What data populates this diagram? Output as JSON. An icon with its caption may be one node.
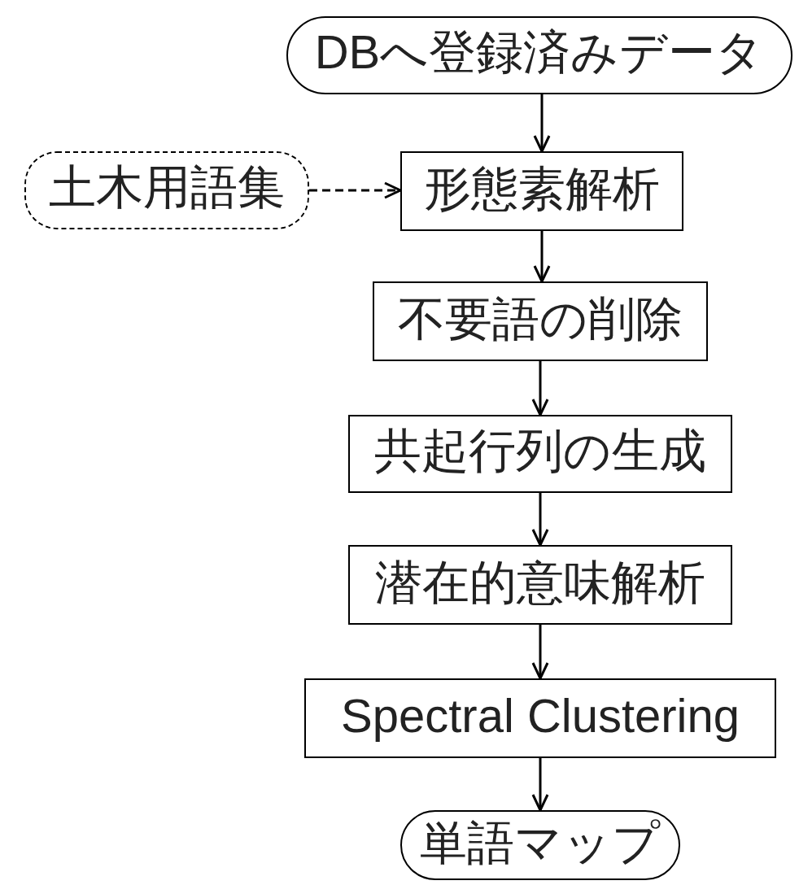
{
  "diagram": {
    "nodes": [
      {
        "text": [
          "DBへ登録済みデータ"
        ]
      },
      {
        "text": [
          "土木用語集"
        ]
      },
      {
        "text": [
          "形態素解析"
        ]
      },
      {
        "text": [
          "不要語の削除"
        ]
      },
      {
        "text": [
          "共起行列の生成"
        ]
      },
      {
        "text": [
          "潜在的意味解析"
        ]
      },
      {
        "text": [
          "Spectral Clustering"
        ]
      },
      {
        "text": [
          "単語マップ"
        ]
      }
    ],
    "edges": [
      {
        "from": 0,
        "to": 2,
        "arrow": "to"
      },
      {
        "from": 1,
        "to": 2,
        "arrow": "to",
        "style": "dashed"
      },
      {
        "from": 2,
        "to": 3,
        "arrow": "to"
      },
      {
        "from": 3,
        "to": 4,
        "arrow": "to"
      },
      {
        "from": 4,
        "to": 5,
        "arrow": "to"
      },
      {
        "from": 5,
        "to": 6,
        "arrow": "to"
      },
      {
        "from": 6,
        "to": 7,
        "arrow": "to"
      }
    ]
  }
}
